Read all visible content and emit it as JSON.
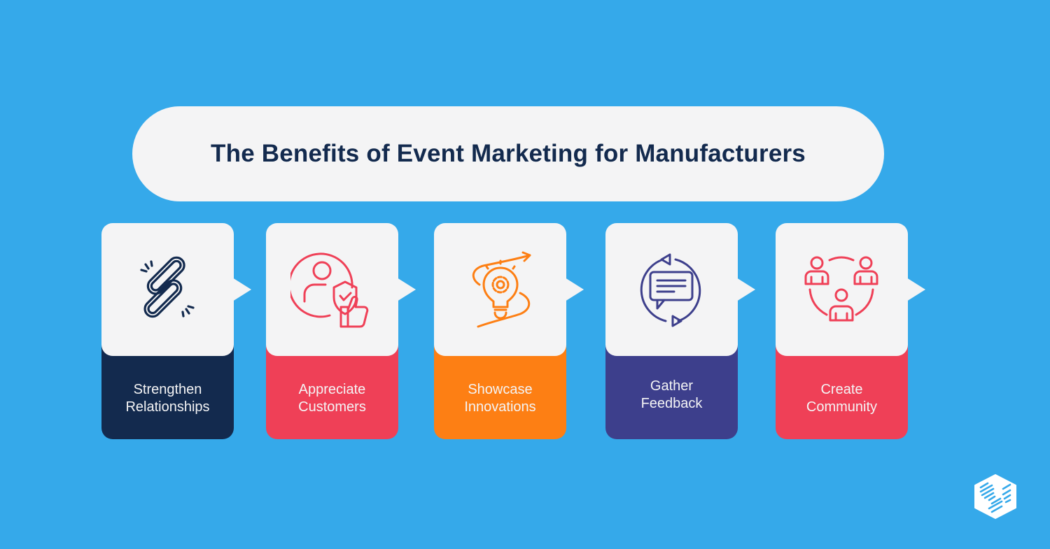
{
  "title": "The Benefits of Event Marketing for Manufacturers",
  "colors": {
    "background": "#35a9ea",
    "panel": "#f4f4f5",
    "title_text": "#132a4e"
  },
  "steps": [
    {
      "line1": "Strengthen",
      "line2": "Relationships",
      "icon": "chain-link-icon",
      "color": "#132a4e"
    },
    {
      "line1": "Appreciate",
      "line2": "Customers",
      "icon": "customer-shield-thumbs-up-icon",
      "color": "#ef4057"
    },
    {
      "line1": "Showcase",
      "line2": "Innovations",
      "icon": "lightbulb-gear-icon",
      "color": "#fd7f14"
    },
    {
      "line1": "Gather",
      "line2": "Feedback",
      "icon": "feedback-cycle-icon",
      "color": "#3d3f8c"
    },
    {
      "line1": "Create",
      "line2": "Community",
      "icon": "community-people-icon",
      "color": "#ef4057"
    }
  ],
  "logo": "hexagon-brand-logo"
}
